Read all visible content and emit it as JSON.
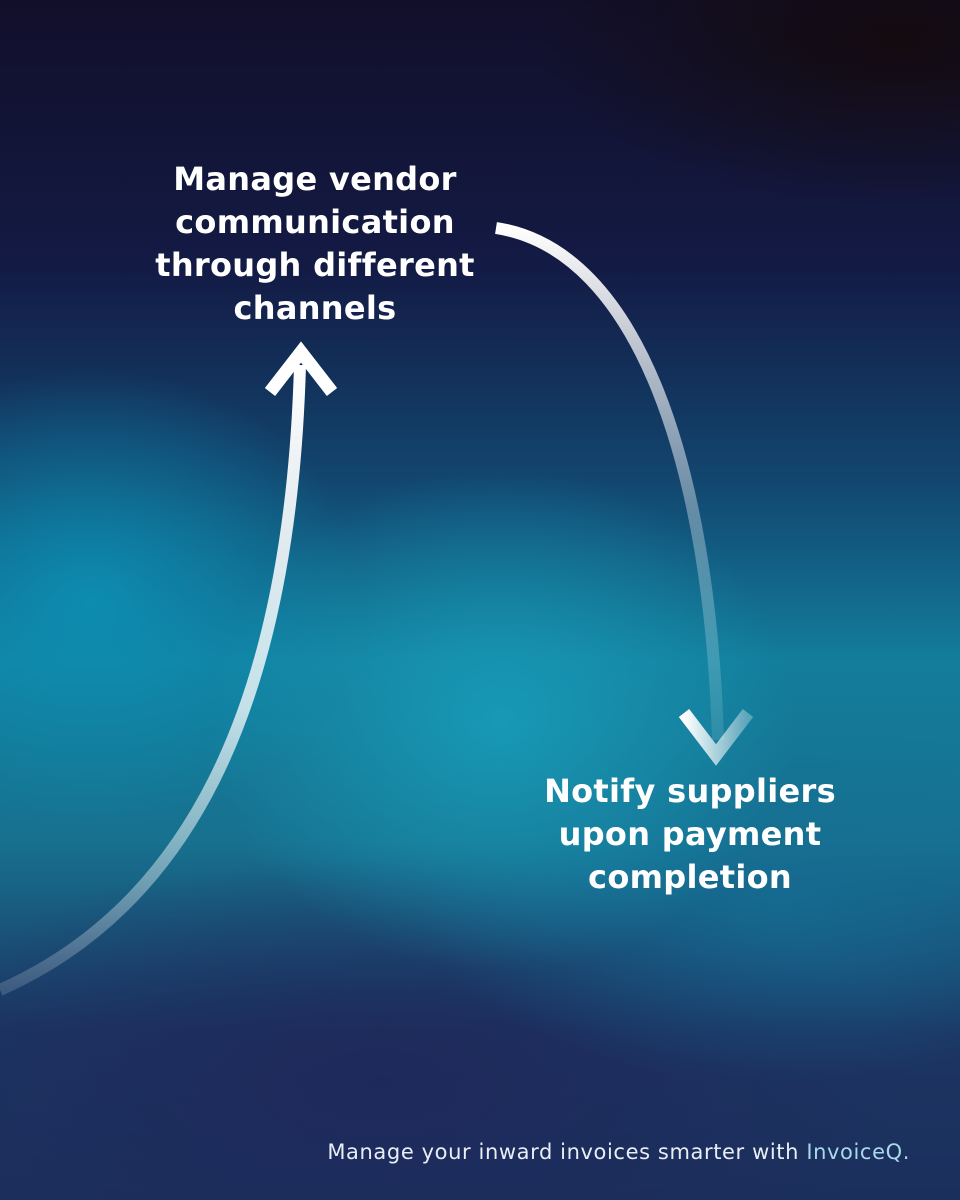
{
  "headline_left": {
    "lines": [
      "Manage vendor",
      "communication",
      "through different",
      "channels"
    ]
  },
  "headline_right": {
    "lines": [
      "Notify suppliers",
      "upon payment",
      "completion"
    ]
  },
  "footer": {
    "text": "Manage your inward invoices smarter with",
    "brand": "InvoiceQ."
  },
  "colors": {
    "text": "#ffffff",
    "brand_accent": "#a9d8ea",
    "background_dark": "#120f2a",
    "background_teal": "#137d9c"
  },
  "icons": [
    "arrow-up-curved-icon",
    "arrow-down-curved-icon"
  ]
}
